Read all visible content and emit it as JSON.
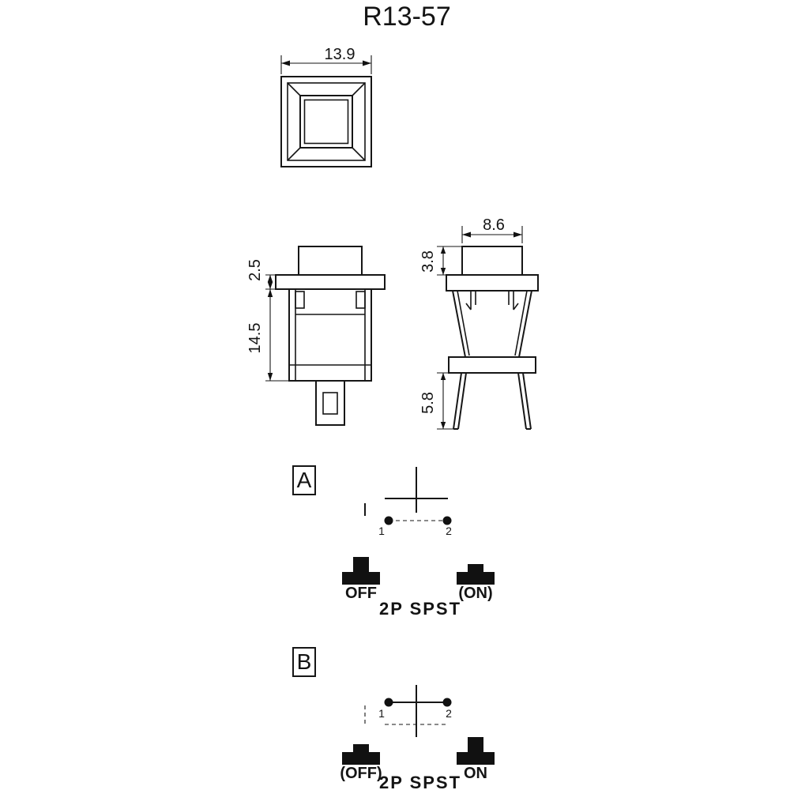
{
  "title": "R13-57",
  "dims": {
    "top_width": "13.9",
    "flange_height": "2.5",
    "body_height": "14.5",
    "cap_width": "8.6",
    "cap_height": "3.8",
    "pin_length": "5.8"
  },
  "circuit_a": {
    "label": "A",
    "terminal_1": "1",
    "terminal_2": "2",
    "state_left": "OFF",
    "state_right": "(ON)",
    "type": "2P SPST"
  },
  "circuit_b": {
    "label": "B",
    "terminal_1": "1",
    "terminal_2": "2",
    "state_left": "(OFF)",
    "state_right": "ON",
    "type": "2P SPST"
  }
}
